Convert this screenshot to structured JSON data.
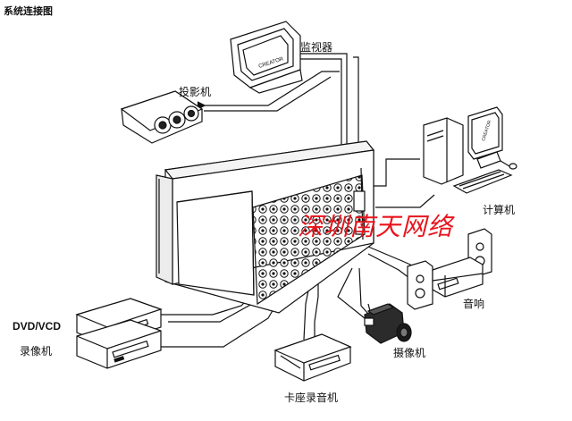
{
  "title": "系统连接图",
  "labels": {
    "monitor": "监视器",
    "projector": "投影机",
    "computer": "计算机",
    "audio": "音响",
    "camera": "摄像机",
    "cassette": "卡座录音机",
    "dvd": "DVD/VCD",
    "vcr": "录像机"
  },
  "brand_text": "CREATOR",
  "watermark": "深圳南天网络",
  "colors": {
    "line": "#111111",
    "device_fill": "#ffffff",
    "watermark": "#e8141c"
  }
}
